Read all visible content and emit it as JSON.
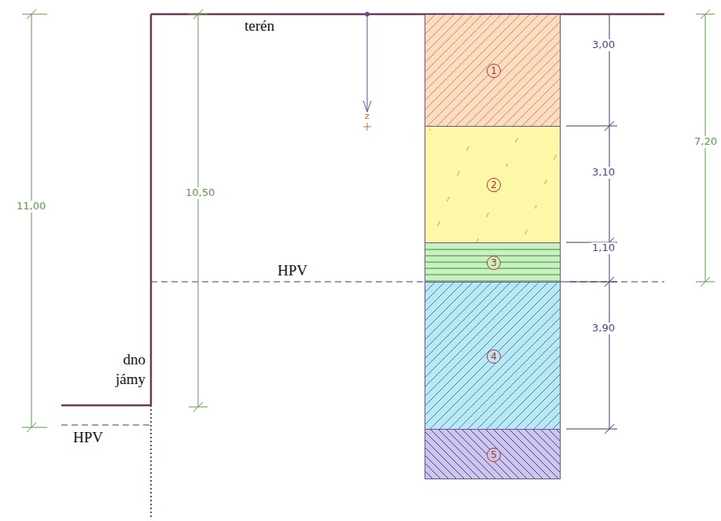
{
  "diagram": {
    "nodes": [
      {
        "text": [
          "1"
        ]
      },
      {
        "text": [
          "2"
        ]
      },
      {
        "text": [
          "3"
        ]
      },
      {
        "text": [
          "4"
        ]
      },
      {
        "text": [
          "5"
        ]
      }
    ],
    "labels": [
      "terén",
      "dno jámy",
      "HPV",
      "HPV",
      "11,00",
      "10,50",
      "7,20",
      "3,00",
      "3,10",
      "1,10",
      "3,90",
      "z"
    ]
  }
}
